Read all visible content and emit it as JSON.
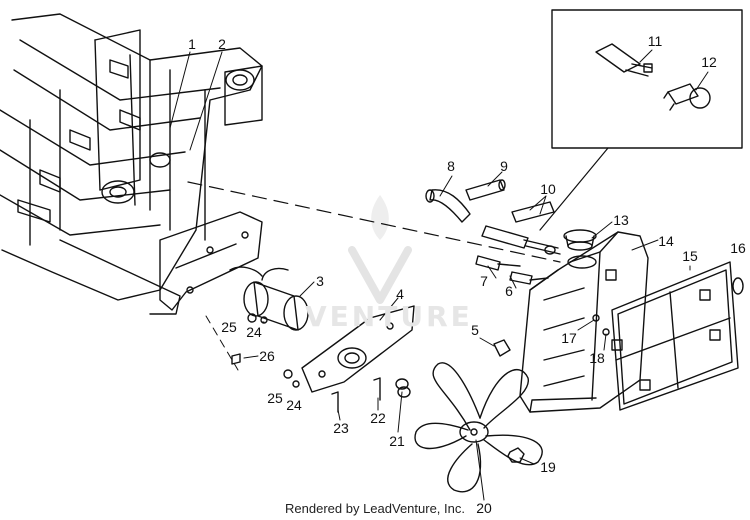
{
  "watermark_text": "VENTURE",
  "credit": "Rendered by LeadVenture, Inc.",
  "callouts": {
    "p1": "1",
    "p2": "2",
    "p3": "3",
    "p4": "4",
    "p5": "5",
    "p6": "6",
    "p7": "7",
    "p8": "8",
    "p9": "9",
    "p10": "10",
    "p11": "11",
    "p12": "12",
    "p13": "13",
    "p14": "14",
    "p15": "15",
    "p16": "16",
    "p17": "17",
    "p18": "18",
    "p19": "19",
    "p20": "20",
    "p21": "21",
    "p22": "22",
    "p23": "23",
    "p24a": "24",
    "p24b": "24",
    "p25a": "25",
    "p25b": "25",
    "p26": "26"
  }
}
